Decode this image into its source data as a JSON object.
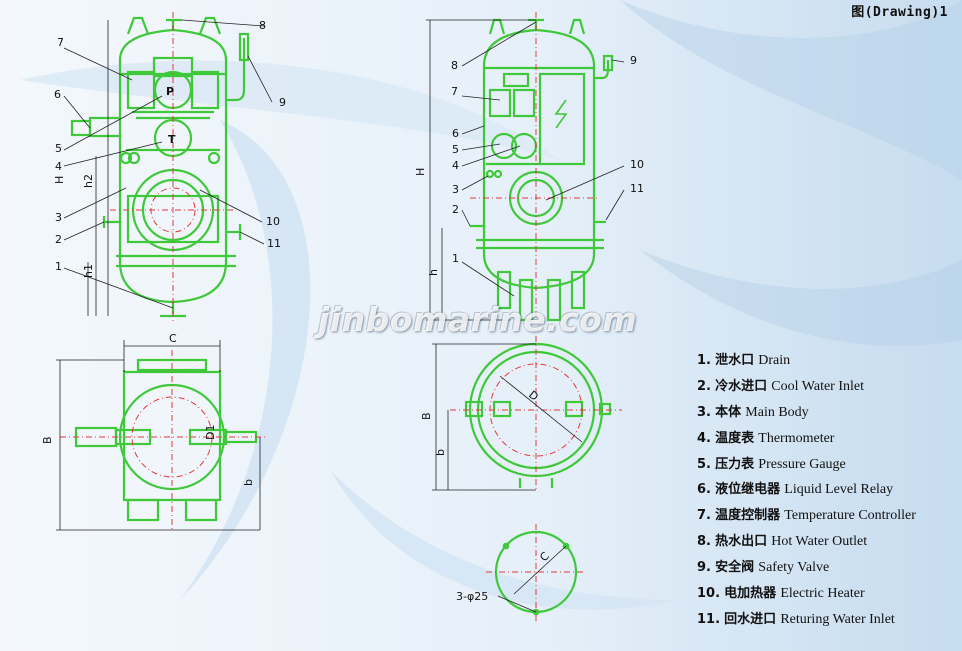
{
  "caption": "图(Drawing)1",
  "watermark": "jinbomarine.com",
  "colors": {
    "outline": "#3fc83a",
    "dim": "#222222",
    "center": "#e23a3a",
    "background": "#eaf3fb"
  },
  "callouts": {
    "front": [
      "1",
      "2",
      "3",
      "4",
      "5",
      "6",
      "7",
      "8",
      "9",
      "10",
      "11"
    ],
    "side": [
      "1",
      "2",
      "3",
      "4",
      "5",
      "6",
      "7",
      "8",
      "9",
      "10",
      "11"
    ]
  },
  "dims": {
    "H": "H",
    "h1": "h1",
    "h2": "h2",
    "h": "h",
    "C": "C",
    "B": "B",
    "b": "b",
    "D": "D",
    "D1": "D1",
    "hole": "3-φ25",
    "P": "P",
    "T": "T"
  },
  "legend": [
    {
      "num": "1.",
      "zh": "泄水口",
      "en": "Drain"
    },
    {
      "num": "2.",
      "zh": "冷水进口",
      "en": "Cool Water Inlet"
    },
    {
      "num": "3.",
      "zh": "本体",
      "en": "Main Body"
    },
    {
      "num": "4.",
      "zh": "温度表",
      "en": "Thermometer"
    },
    {
      "num": "5.",
      "zh": "压力表",
      "en": "Pressure Gauge"
    },
    {
      "num": "6.",
      "zh": "液位继电器",
      "en": "Liquid Level Relay"
    },
    {
      "num": "7.",
      "zh": "温度控制器",
      "en": "Temperature Controller"
    },
    {
      "num": "8.",
      "zh": "热水出口",
      "en": "Hot Water Outlet"
    },
    {
      "num": "9.",
      "zh": "安全阀",
      "en": "Safety Valve"
    },
    {
      "num": "10.",
      "zh": "电加热器",
      "en": "Electric Heater"
    },
    {
      "num": "11.",
      "zh": "回水进口",
      "en": "Returing Water Inlet"
    }
  ]
}
